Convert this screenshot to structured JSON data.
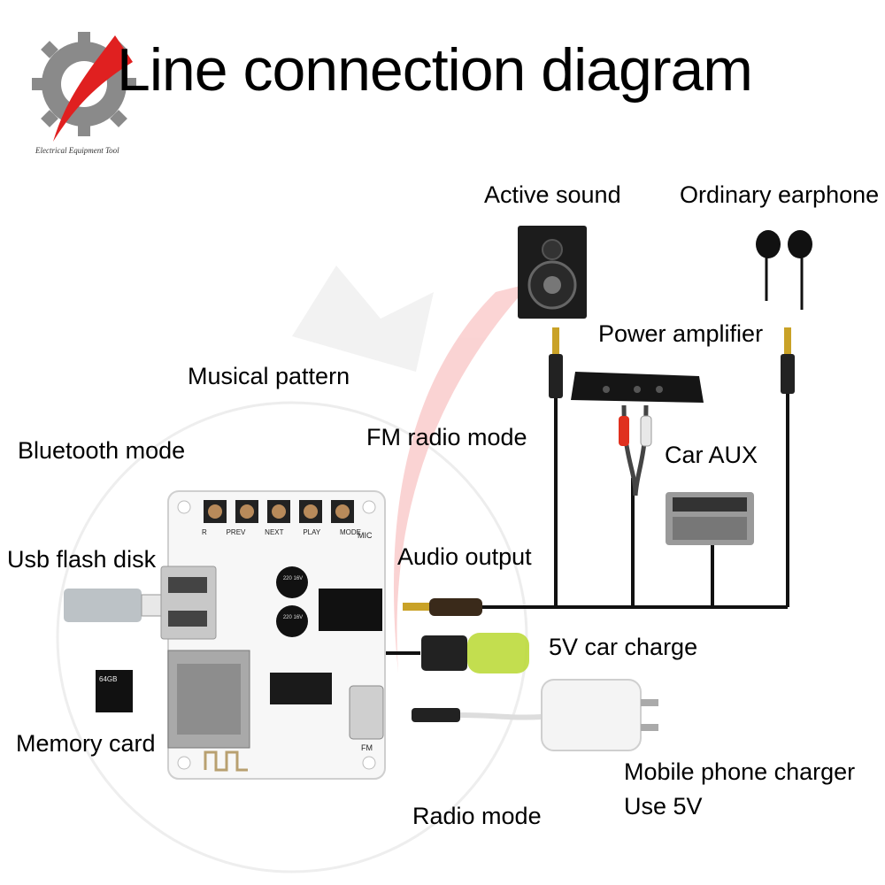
{
  "header": {
    "title": "Line connection diagram",
    "brand": "Electrical Equipment Tool",
    "brand_colors": {
      "gear": "#8a8a8a",
      "accent": "#e02020"
    }
  },
  "labels": {
    "active_sound": "Active sound",
    "ordinary_earphone": "Ordinary earphone",
    "power_amplifier": "Power amplifier",
    "musical_pattern": "Musical pattern",
    "bluetooth_mode": "Bluetooth mode",
    "fm_radio_mode": "FM radio mode",
    "car_aux": "Car AUX",
    "usb_flash_disk": "Usb flash disk",
    "audio_output": "Audio output",
    "car_charge": "5V car charge",
    "memory_card": "Memory card",
    "phone_charger_line1": "Mobile phone charger",
    "phone_charger_line2": "Use 5V",
    "radio_mode": "Radio mode"
  },
  "board": {
    "buttons": [
      "R",
      "PREV",
      "NEXT",
      "PLAY",
      "MODE"
    ],
    "mic": "MIC",
    "fm": "FM",
    "cap1": "220 16V",
    "cap2": "220 16V",
    "sd_card": "64GB"
  }
}
